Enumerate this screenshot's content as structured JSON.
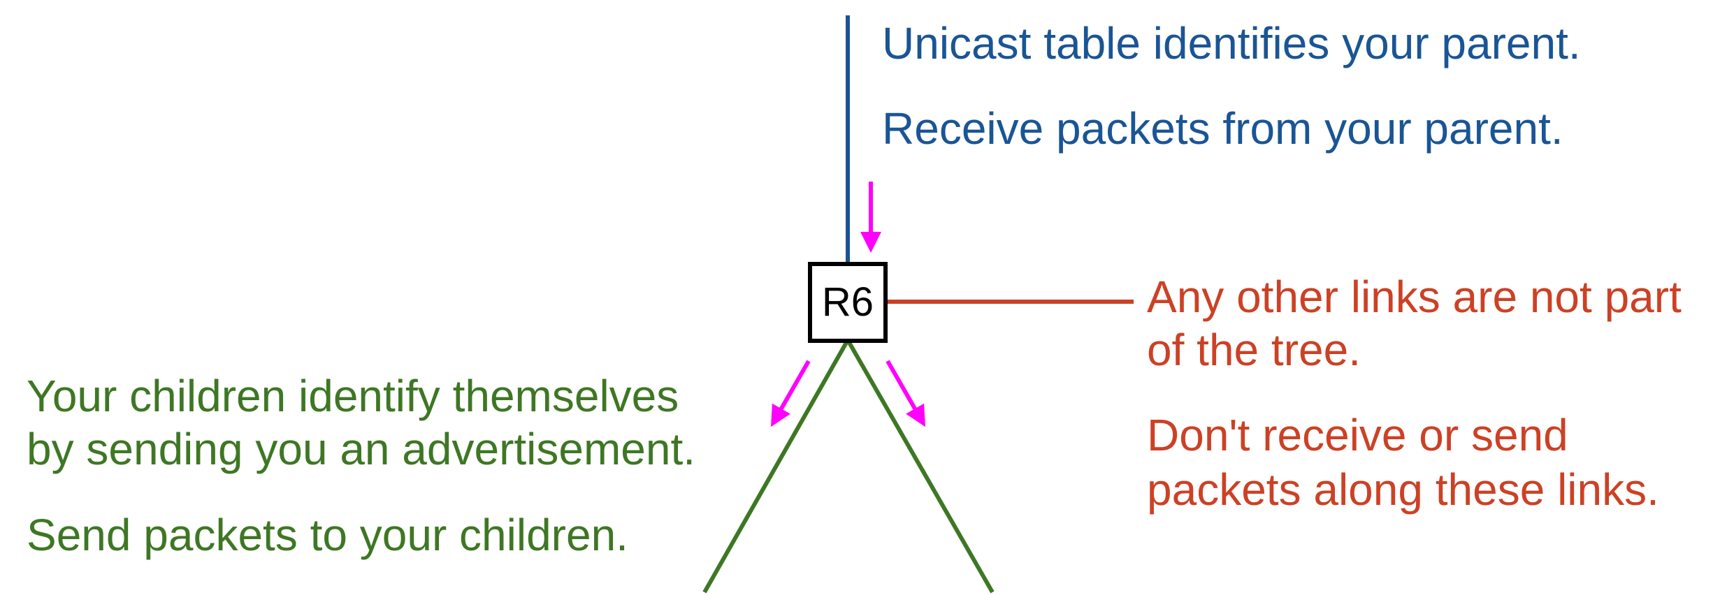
{
  "router": {
    "label": "R6"
  },
  "parent": {
    "lines": [
      "Unicast table identifies your parent.",
      "Receive packets from your parent."
    ],
    "color": "#1a5595"
  },
  "other_links": {
    "lines": [
      "Any other links are not part",
      "of the tree.",
      "Don't receive or send",
      "packets along these links."
    ],
    "color": "#cc4125"
  },
  "children": {
    "lines": [
      "Your children identify themselves",
      "by sending you an advertisement.",
      "Send packets to your children."
    ],
    "color": "#3e7724"
  },
  "arrow_color": "#ff00ff"
}
